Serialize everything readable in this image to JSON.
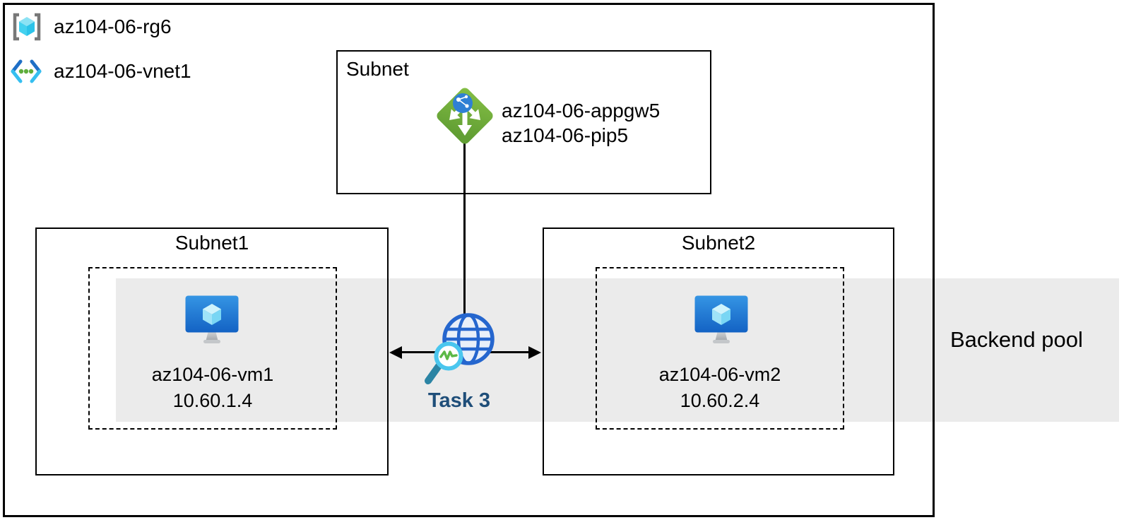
{
  "diagram": {
    "resource_group": {
      "name": "az104-06-rg6",
      "icon": "resource-group-icon"
    },
    "virtual_network": {
      "name": "az104-06-vnet1",
      "icon": "virtual-network-icon"
    },
    "gateway_subnet": {
      "title": "Subnet",
      "app_gateway_name": "az104-06-appgw5",
      "public_ip_name": "az104-06-pip5",
      "icon": "application-gateway-icon"
    },
    "subnet1": {
      "title": "Subnet1",
      "vm_name": "az104-06-vm1",
      "vm_ip": "10.60.1.4",
      "icon": "virtual-machine-icon"
    },
    "subnet2": {
      "title": "Subnet2",
      "vm_name": "az104-06-vm2",
      "vm_ip": "10.60.2.4",
      "icon": "virtual-machine-icon"
    },
    "task": {
      "label": "Task 3",
      "icon": "health-probe-globe-icon"
    },
    "backend_pool": {
      "label": "Backend pool"
    },
    "colors": {
      "backend_pool_band": "#EBEBEB",
      "task_label_blue": "#1F4E79",
      "app_gateway_green": "#76B041",
      "globe_blue": "#2566CE",
      "vm_monitor_blue_top": "#3595E4",
      "vm_monitor_blue_bottom": "#1362C4",
      "magnifier_ring_cyan": "#4AC6EE",
      "probe_zigzag_green": "#5CB947",
      "vnet_chevron_blue": "#1F6FC6",
      "vnet_chevron_cyan": "#35BFF0",
      "vnet_dot_green": "#5FAE3C",
      "rg_cube_cyan": "#44D1EF",
      "bracket_gray": "#787878",
      "line_black": "#000000"
    }
  }
}
